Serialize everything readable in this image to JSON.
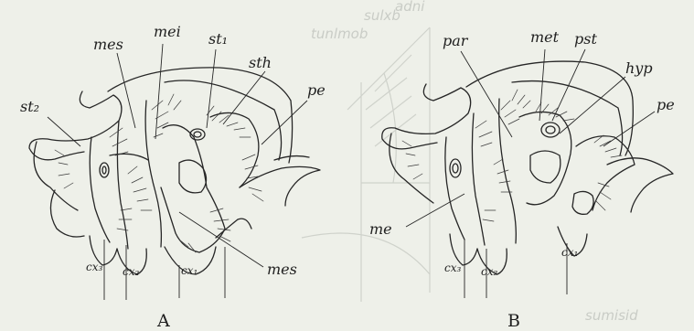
{
  "background": "#eef0e9",
  "ink": "#262626",
  "ghost_color": "#c9ccc6",
  "figures": {
    "A": {
      "caption": "A",
      "labels": {
        "st2": "st₂",
        "mes_top": "mes",
        "mei": "mei",
        "st1": "st₁",
        "sth": "sth",
        "pe": "pe",
        "mes_bottom": "mes",
        "cx3": "cx₃",
        "cx2": "cx₂",
        "cx1": "cx₁"
      }
    },
    "B": {
      "caption": "B",
      "labels": {
        "par": "par",
        "met": "met",
        "pst": "pst",
        "hyp": "hyp",
        "pe": "pe",
        "me": "me",
        "cx3": "cx₃",
        "cx2": "cx₂",
        "cx1": "cx₁"
      }
    }
  },
  "bleed_through": {
    "text_1": "sulxb",
    "text_2": "adni",
    "text_3": "tunlmob",
    "text_4": "sumisid"
  }
}
